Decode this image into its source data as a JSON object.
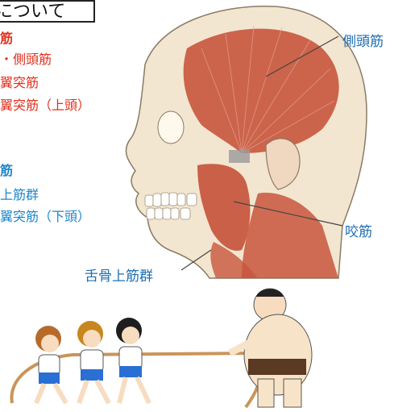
{
  "title": "について",
  "closing_group": {
    "heading": "筋",
    "items": [
      "・側頭筋",
      "翼突筋",
      "翼突筋（上頭）"
    ]
  },
  "opening_group": {
    "heading": "筋",
    "items": [
      "上筋群",
      "翼突筋（下頭）"
    ]
  },
  "labels": {
    "temporalis": "側頭筋",
    "masseter": "咬筋",
    "suprahyoid": "舌骨上筋群"
  },
  "colors": {
    "closing_text": "#e0301e",
    "opening_text": "#1e86c8",
    "label_text": "#1e6fb3",
    "muscle": "#c8553d",
    "skin": "#f3e6d0"
  }
}
